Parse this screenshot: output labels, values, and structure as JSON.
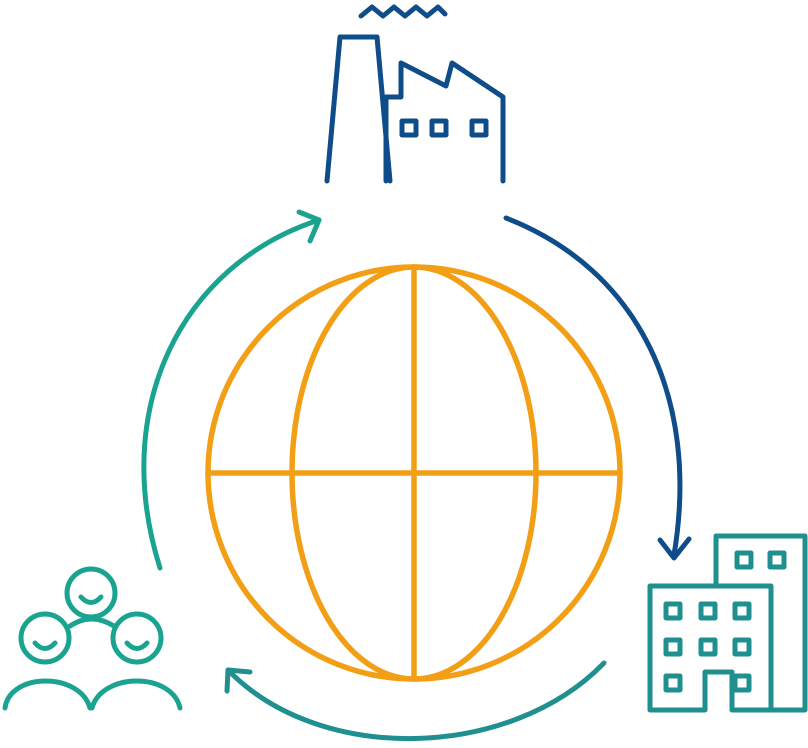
{
  "diagram": {
    "type": "circular-flow",
    "nodes": [
      {
        "id": "factory",
        "icon": "factory-icon",
        "color": "#0e4c8a"
      },
      {
        "id": "buildings",
        "icon": "office-buildings-icon",
        "color": "#1f8f8f"
      },
      {
        "id": "people",
        "icon": "people-group-icon",
        "color": "#1aa391"
      }
    ],
    "center": {
      "id": "globe",
      "icon": "globe-icon",
      "color": "#f29f16"
    },
    "flows": [
      {
        "from": "factory",
        "to": "buildings",
        "color": "#0e4c8a"
      },
      {
        "from": "buildings",
        "to": "people",
        "color": "#1f8f8f"
      },
      {
        "from": "people",
        "to": "factory",
        "color": "#1aa391"
      }
    ]
  }
}
